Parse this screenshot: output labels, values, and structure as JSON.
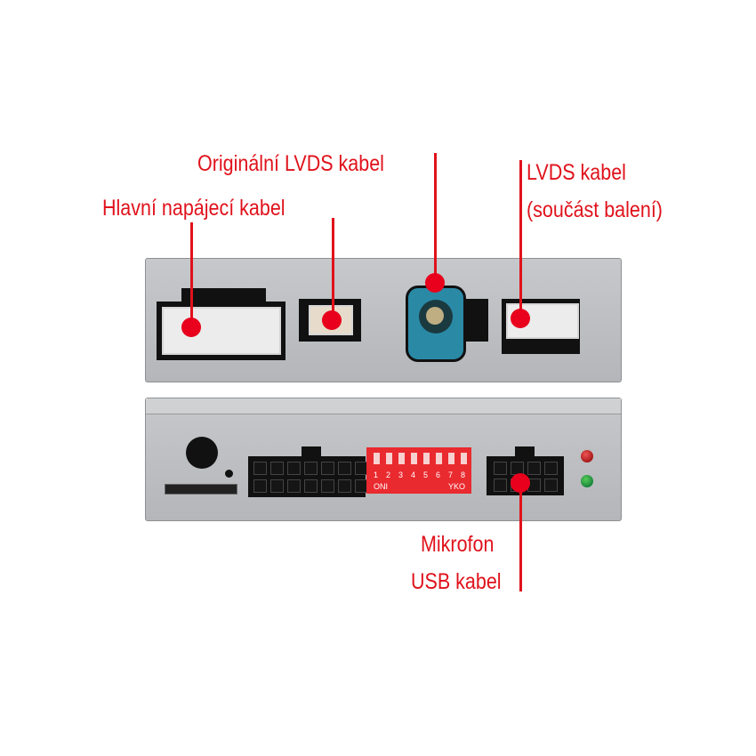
{
  "labels": {
    "main_power": "Hlavní napájecí kabel",
    "original_lvds": "Originální LVDS kabel",
    "lvds_line1": "LVDS kabel",
    "lvds_line2": "(součást balení)",
    "mic_line1": "Mikrofon",
    "mic_line2": "USB kabel"
  },
  "dip_switch": {
    "numbers": [
      "1",
      "2",
      "3",
      "4",
      "5",
      "6",
      "7",
      "8"
    ],
    "left": "ONI",
    "right": "YKO"
  },
  "colors": {
    "accent": "#e0121b",
    "fakra": "#2a8aa6",
    "dip": "#e92a2f"
  }
}
